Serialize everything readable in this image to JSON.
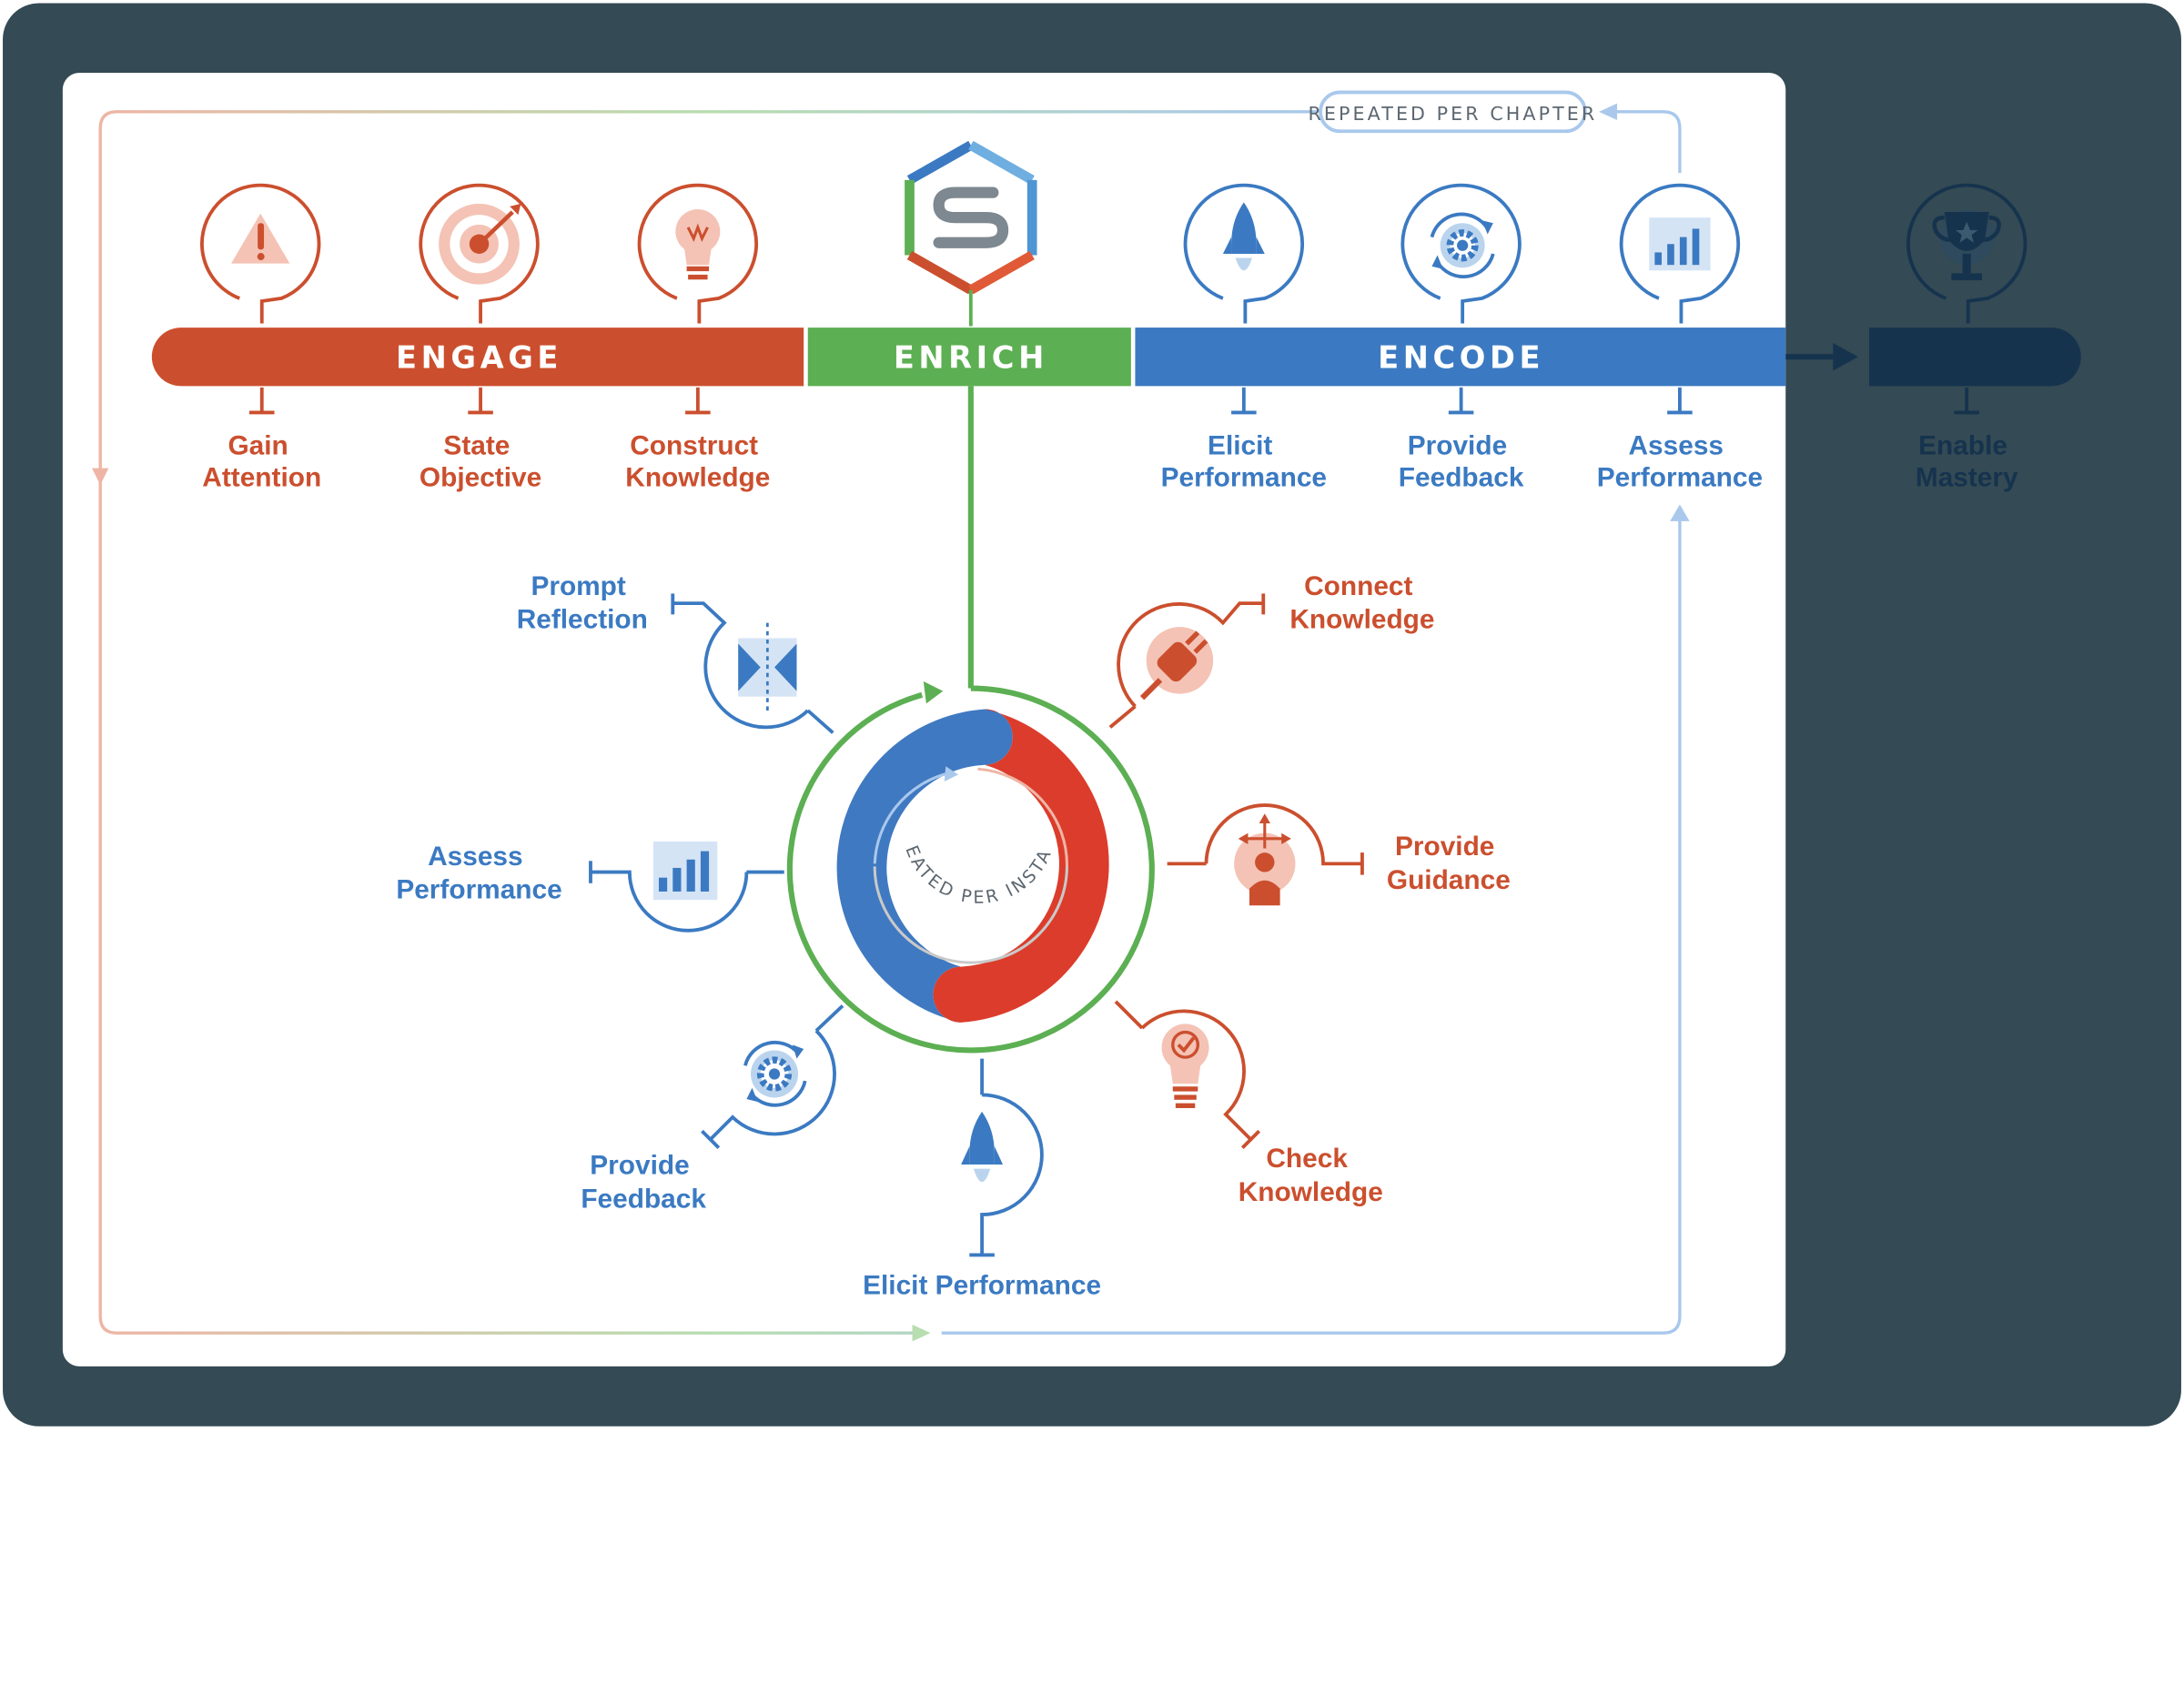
{
  "colors": {
    "frame": "#344A54",
    "engage": "#CB4F2E",
    "enrich": "#5CAF52",
    "encode": "#3B7AC2",
    "mastery": "#16334E",
    "ring_red": "#DC3C2B",
    "ring_blue": "#3F79C1"
  },
  "top_loop": {
    "label": "REPEATED PER CHAPTER"
  },
  "phases": {
    "engage": "ENGAGE",
    "enrich": "ENRICH",
    "encode": "ENCODE"
  },
  "steps": {
    "gain_attention": [
      "Gain",
      "Attention"
    ],
    "state_objective": [
      "State",
      "Objective"
    ],
    "construct_knowledge": [
      "Construct",
      "Knowledge"
    ],
    "elicit_performance": [
      "Elicit",
      "Performance"
    ],
    "provide_feedback": [
      "Provide",
      "Feedback"
    ],
    "assess_performance": [
      "Assess",
      "Performance"
    ],
    "enable_mastery": [
      "Enable",
      "Mastery"
    ]
  },
  "cycle": {
    "center_label": "REPEATED PER INSTANCE",
    "prompt_reflection": [
      "Prompt",
      "Reflection"
    ],
    "connect_knowledge": [
      "Connect",
      "Knowledge"
    ],
    "assess_performance": [
      "Assess",
      "Performance"
    ],
    "provide_guidance": [
      "Provide",
      "Guidance"
    ],
    "provide_feedback": [
      "Provide",
      "Feedback"
    ],
    "check_knowledge": [
      "Check",
      "Knowledge"
    ],
    "elicit_performance": "Elicit Performance"
  },
  "icons": {
    "gain_attention": "warning-icon",
    "state_objective": "target-icon",
    "construct_knowledge": "lightbulb-icon",
    "logo": "s-hexagon-logo",
    "elicit_performance": "rocket-icon",
    "provide_feedback": "gear-cycle-icon",
    "assess_performance": "bar-chart-icon",
    "enable_mastery": "trophy-icon",
    "prompt_reflection": "mirror-icon",
    "connect_knowledge": "plug-icon",
    "provide_guidance": "person-arrows-icon",
    "check_knowledge": "lightbulb-check-icon"
  }
}
